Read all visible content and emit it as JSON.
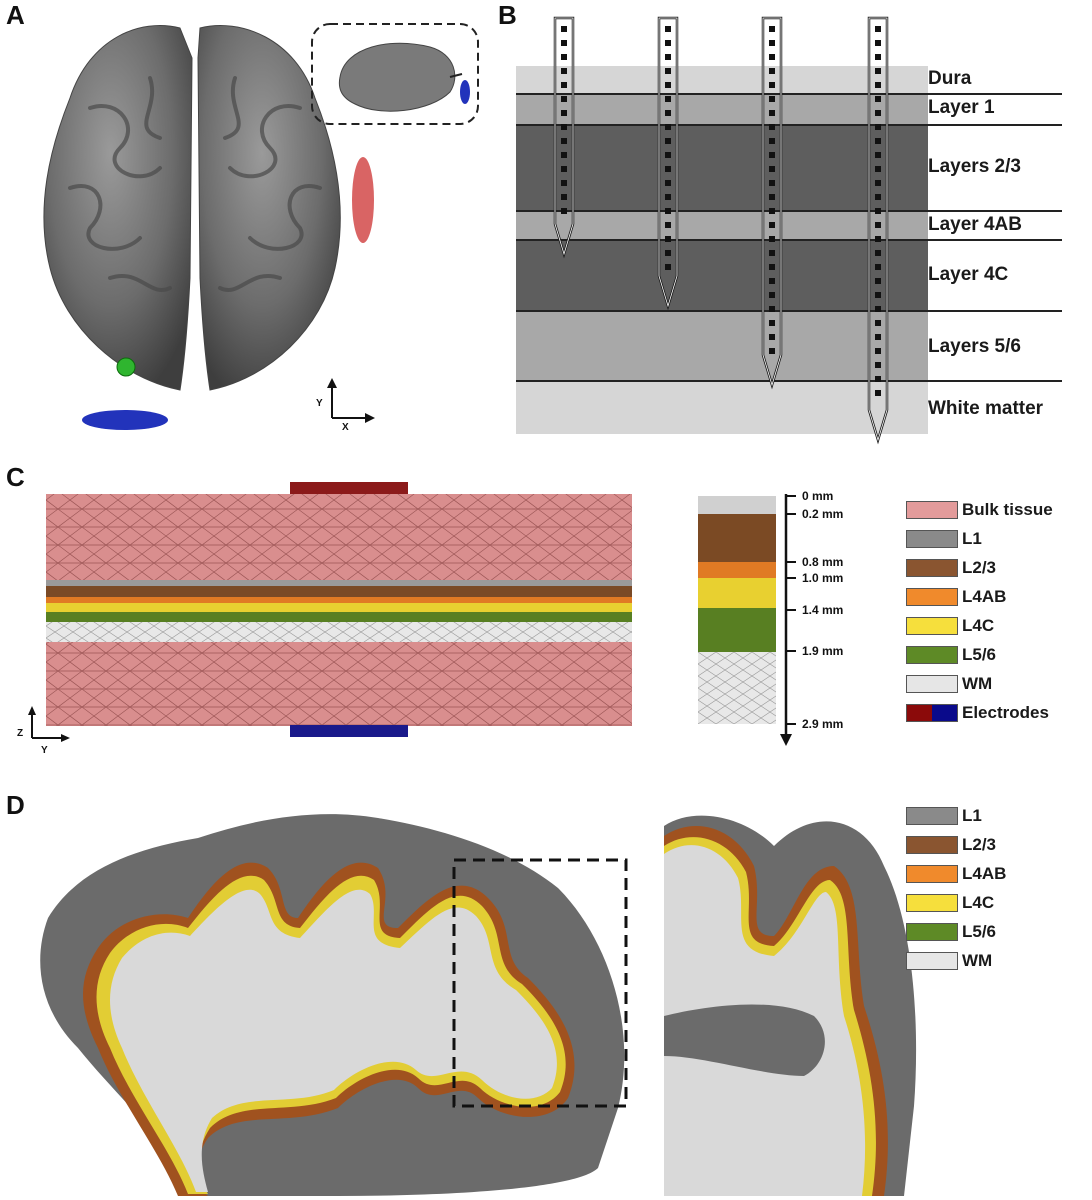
{
  "panels": {
    "a": {
      "letter": "A",
      "axis_y": "Y",
      "axis_x": "X"
    },
    "b": {
      "letter": "B",
      "layers": [
        "Dura",
        "Layer 1",
        "Layers 2/3",
        "Layer 4AB",
        "Layer 4C",
        "Layers 5/6",
        "White matter"
      ],
      "layer_colors": [
        "#d6d6d6",
        "#a8a8a8",
        "#5e5e5e",
        "#a8a8a8",
        "#5e5e5e",
        "#a8a8a8",
        "#d6d6d6"
      ]
    },
    "c": {
      "letter": "C",
      "axis_z": "Z",
      "axis_y": "Y",
      "depth_ticks": [
        "0 mm",
        "0.2 mm",
        "0.8 mm",
        "1.0 mm",
        "1.4 mm",
        "1.9 mm",
        "2.9 mm"
      ],
      "legend": [
        {
          "label": "Bulk tissue",
          "color": "#e39b9b"
        },
        {
          "label": "L1",
          "color": "#8a8a8a"
        },
        {
          "label": "L2/3",
          "color": "#8a5530"
        },
        {
          "label": "L4AB",
          "color": "#f08a2c"
        },
        {
          "label": "L4C",
          "color": "#f6df3c"
        },
        {
          "label": "L5/6",
          "color": "#5e8a26"
        },
        {
          "label": "WM",
          "color": "#e6e6e6"
        },
        {
          "label": "Electrodes",
          "color": "#8b0a0a",
          "color2": "#0a0a8b"
        }
      ]
    },
    "d": {
      "letter": "D",
      "legend": [
        {
          "label": "L1",
          "color": "#8a8a8a"
        },
        {
          "label": "L2/3",
          "color": "#8a5530"
        },
        {
          "label": "L4AB",
          "color": "#f08a2c"
        },
        {
          "label": "L4C",
          "color": "#f6df3c"
        },
        {
          "label": "L5/6",
          "color": "#5e8a26"
        },
        {
          "label": "WM",
          "color": "#e6e6e6"
        }
      ]
    }
  }
}
